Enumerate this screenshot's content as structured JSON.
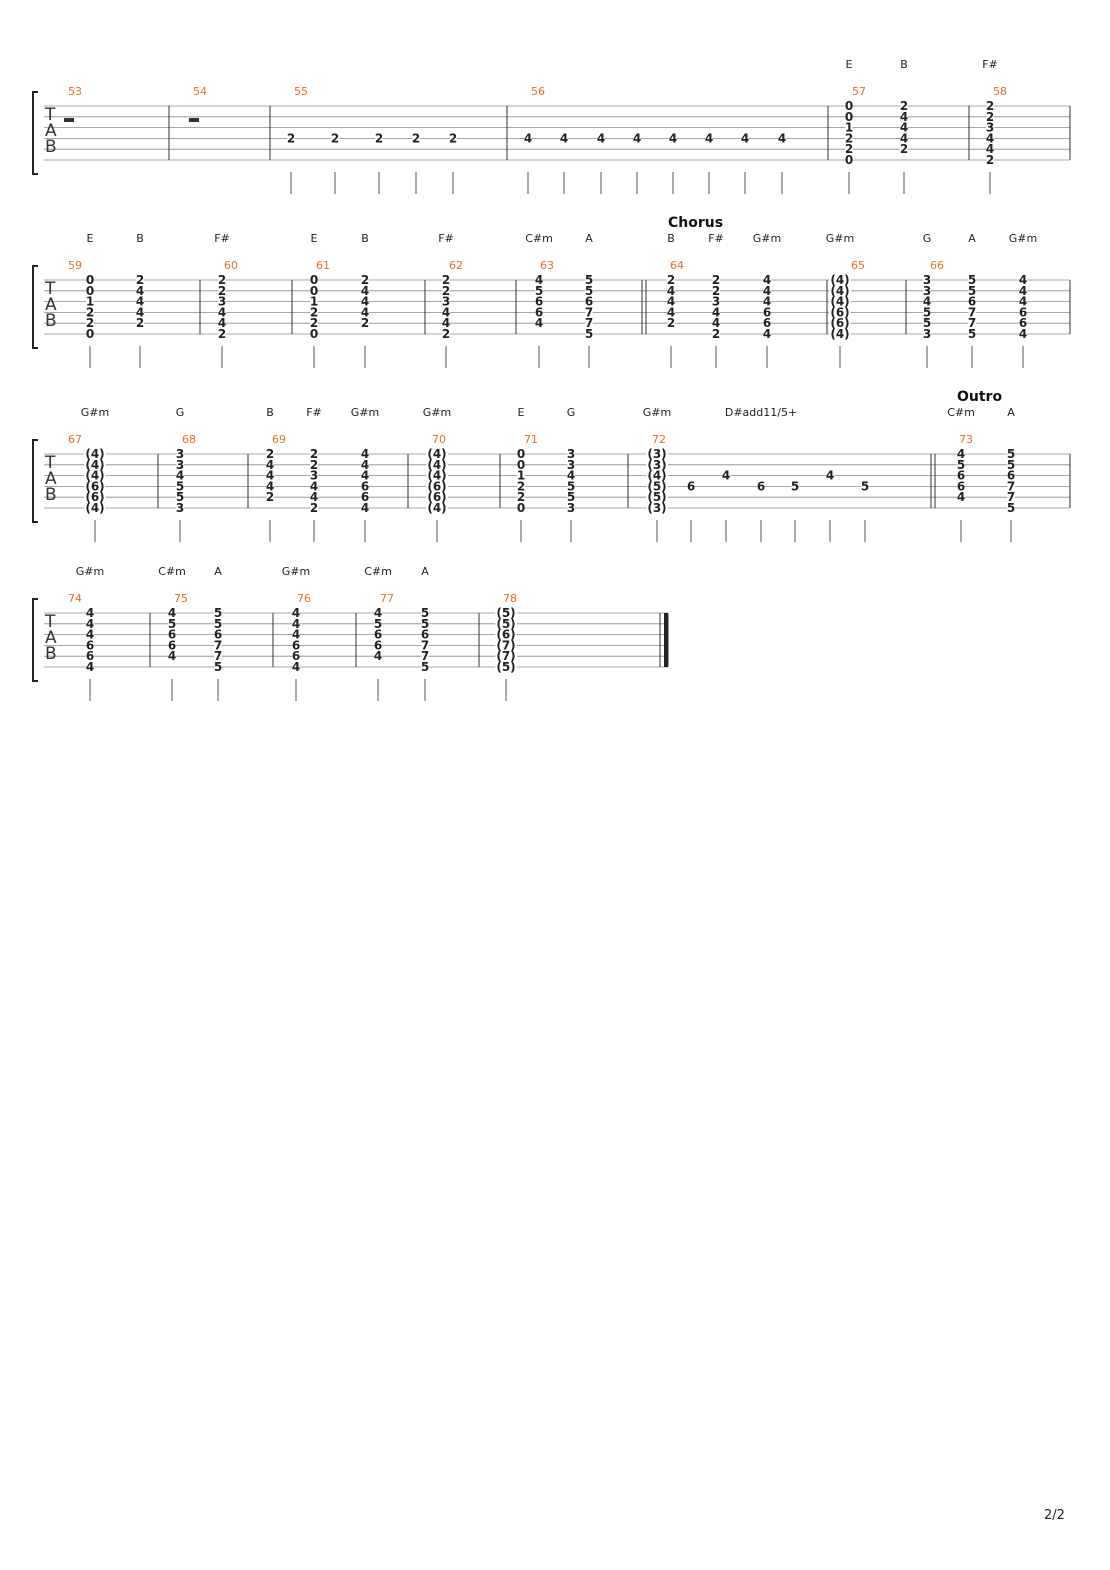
{
  "page": {
    "number_label": "2/2"
  },
  "colors": {
    "measure_number": "#e0702a",
    "ink": "#222222",
    "staff_line": "#8a8a8a"
  },
  "tab_clef": [
    "T",
    "A",
    "B"
  ],
  "systems": [
    {
      "measures": [
        {
          "number": "53",
          "rest": true,
          "chords": [],
          "beats": []
        },
        {
          "number": "54",
          "rest": true,
          "chords": [],
          "beats": []
        },
        {
          "number": "55",
          "chords": [],
          "beats": [
            {
              "frets": [
                null,
                null,
                null,
                "2",
                null,
                null
              ]
            },
            {
              "frets": [
                null,
                null,
                null,
                "2",
                null,
                null
              ]
            },
            {
              "frets": [
                null,
                null,
                null,
                "2",
                null,
                null
              ]
            },
            {
              "frets": [
                null,
                null,
                null,
                "2",
                null,
                null
              ]
            },
            {
              "frets": [
                null,
                null,
                null,
                "2",
                null,
                null
              ]
            }
          ]
        },
        {
          "number": "56",
          "chords": [],
          "beats": [
            {
              "frets": [
                null,
                null,
                null,
                "4",
                null,
                null
              ]
            },
            {
              "frets": [
                null,
                null,
                null,
                "4",
                null,
                null
              ]
            },
            {
              "frets": [
                null,
                null,
                null,
                "4",
                null,
                null
              ]
            },
            {
              "frets": [
                null,
                null,
                null,
                "4",
                null,
                null
              ]
            },
            {
              "frets": [
                null,
                null,
                null,
                "4",
                null,
                null
              ]
            },
            {
              "frets": [
                null,
                null,
                null,
                "4",
                null,
                null
              ]
            },
            {
              "frets": [
                null,
                null,
                null,
                "4",
                null,
                null
              ]
            },
            {
              "frets": [
                null,
                null,
                null,
                "4",
                null,
                null
              ]
            }
          ]
        },
        {
          "number": "57",
          "beats": [
            {
              "chord": "E",
              "frets": [
                "0",
                "0",
                "1",
                "2",
                "2",
                "0"
              ]
            },
            {
              "chord": "B",
              "frets": [
                "2",
                "4",
                "4",
                "4",
                "2",
                null
              ]
            }
          ]
        },
        {
          "number": "58",
          "beats": [
            {
              "chord": "F#",
              "frets": [
                "2",
                "2",
                "3",
                "4",
                "4",
                "2"
              ]
            }
          ]
        }
      ]
    },
    {
      "measures": [
        {
          "number": "59",
          "beats": [
            {
              "chord": "E",
              "frets": [
                "0",
                "0",
                "1",
                "2",
                "2",
                "0"
              ]
            },
            {
              "chord": "B",
              "frets": [
                "2",
                "4",
                "4",
                "4",
                "2",
                null
              ]
            }
          ]
        },
        {
          "number": "60",
          "beats": [
            {
              "chord": "F#",
              "frets": [
                "2",
                "2",
                "3",
                "4",
                "4",
                "2"
              ]
            }
          ]
        },
        {
          "number": "61",
          "beats": [
            {
              "chord": "E",
              "frets": [
                "0",
                "0",
                "1",
                "2",
                "2",
                "0"
              ]
            },
            {
              "chord": "B",
              "frets": [
                "2",
                "4",
                "4",
                "4",
                "2",
                null
              ]
            }
          ]
        },
        {
          "number": "62",
          "beats": [
            {
              "chord": "F#",
              "frets": [
                "2",
                "2",
                "3",
                "4",
                "4",
                "2"
              ]
            }
          ]
        },
        {
          "number": "63",
          "beats": [
            {
              "chord": "C#m",
              "frets": [
                "4",
                "5",
                "6",
                "6",
                "4",
                null
              ]
            },
            {
              "chord": "A",
              "frets": [
                "5",
                "5",
                "6",
                "7",
                "7",
                "5"
              ]
            }
          ]
        },
        {
          "number": "64",
          "section": "Chorus",
          "beats": [
            {
              "chord": "B",
              "frets": [
                "2",
                "4",
                "4",
                "4",
                "2",
                null
              ]
            },
            {
              "chord": "F#",
              "frets": [
                "2",
                "2",
                "3",
                "4",
                "4",
                "2"
              ]
            },
            {
              "chord": "G#m",
              "frets": [
                "4",
                "4",
                "4",
                "6",
                "6",
                "4"
              ]
            }
          ]
        },
        {
          "number": "65",
          "beats": [
            {
              "chord": "G#m",
              "frets": [
                "(4)",
                "(4)",
                "(4)",
                "(6)",
                "(6)",
                "(4)"
              ]
            }
          ]
        },
        {
          "number": "66",
          "beats": [
            {
              "chord": "G",
              "frets": [
                "3",
                "3",
                "4",
                "5",
                "5",
                "3"
              ]
            },
            {
              "chord": "A",
              "frets": [
                "5",
                "5",
                "6",
                "7",
                "7",
                "5"
              ]
            },
            {
              "chord": "G#m",
              "frets": [
                "4",
                "4",
                "4",
                "6",
                "6",
                "4"
              ]
            }
          ]
        }
      ]
    },
    {
      "measures": [
        {
          "number": "67",
          "beats": [
            {
              "chord": "G#m",
              "frets": [
                "(4)",
                "(4)",
                "(4)",
                "(6)",
                "(6)",
                "(4)"
              ]
            }
          ]
        },
        {
          "number": "68",
          "beats": [
            {
              "chord": "G",
              "frets": [
                "3",
                "3",
                "4",
                "5",
                "5",
                "3"
              ]
            }
          ]
        },
        {
          "number": "69",
          "beats": [
            {
              "chord": "B",
              "frets": [
                "2",
                "4",
                "4",
                "4",
                "2",
                null
              ]
            },
            {
              "chord": "F#",
              "frets": [
                "2",
                "2",
                "3",
                "4",
                "4",
                "2"
              ]
            },
            {
              "chord": "G#m",
              "frets": [
                "4",
                "4",
                "4",
                "6",
                "6",
                "4"
              ]
            }
          ]
        },
        {
          "number": "70",
          "beats": [
            {
              "chord": "G#m",
              "frets": [
                "(4)",
                "(4)",
                "(4)",
                "(6)",
                "(6)",
                "(4)"
              ]
            }
          ]
        },
        {
          "number": "71",
          "beats": [
            {
              "chord": "E",
              "frets": [
                "0",
                "0",
                "1",
                "2",
                "2",
                "0"
              ]
            },
            {
              "chord": "G",
              "frets": [
                "3",
                "3",
                "4",
                "5",
                "5",
                "3"
              ]
            }
          ]
        },
        {
          "number": "72",
          "beats": [
            {
              "chord": "G#m",
              "frets": [
                "(3)",
                "(3)",
                "(4)",
                "(5)",
                "(5)",
                "(3)"
              ]
            },
            {
              "frets": [
                null,
                null,
                null,
                "6",
                null,
                null
              ]
            },
            {
              "frets": [
                null,
                null,
                "4",
                null,
                null,
                null
              ]
            },
            {
              "chord": "D#add11/5+",
              "frets": [
                null,
                null,
                null,
                "6",
                null,
                null
              ]
            },
            {
              "frets": [
                null,
                null,
                null,
                "5",
                null,
                null
              ]
            },
            {
              "frets": [
                null,
                null,
                "4",
                null,
                null,
                null
              ]
            },
            {
              "frets": [
                null,
                null,
                null,
                "5",
                null,
                null
              ]
            }
          ]
        },
        {
          "number": "73",
          "section": "Outro",
          "beats": [
            {
              "chord": "C#m",
              "frets": [
                "4",
                "5",
                "6",
                "6",
                "4",
                null
              ]
            },
            {
              "chord": "A",
              "frets": [
                "5",
                "5",
                "6",
                "7",
                "7",
                "5"
              ]
            }
          ]
        }
      ]
    },
    {
      "measures": [
        {
          "number": "74",
          "beats": [
            {
              "chord": "G#m",
              "frets": [
                "4",
                "4",
                "4",
                "6",
                "6",
                "4"
              ]
            }
          ]
        },
        {
          "number": "75",
          "beats": [
            {
              "chord": "C#m",
              "frets": [
                "4",
                "5",
                "6",
                "6",
                "4",
                null
              ]
            },
            {
              "chord": "A",
              "frets": [
                "5",
                "5",
                "6",
                "7",
                "7",
                "5"
              ]
            }
          ]
        },
        {
          "number": "76",
          "beats": [
            {
              "chord": "G#m",
              "frets": [
                "4",
                "4",
                "4",
                "6",
                "6",
                "4"
              ]
            }
          ]
        },
        {
          "number": "77",
          "beats": [
            {
              "chord": "C#m",
              "frets": [
                "4",
                "5",
                "6",
                "6",
                "4",
                null
              ]
            },
            {
              "chord": "A",
              "frets": [
                "5",
                "5",
                "6",
                "7",
                "7",
                "5"
              ]
            }
          ]
        },
        {
          "number": "78",
          "beats": [
            {
              "frets": [
                "(5)",
                "(5)",
                "(6)",
                "(7)",
                "(7)",
                "(5)"
              ]
            }
          ]
        }
      ]
    }
  ]
}
